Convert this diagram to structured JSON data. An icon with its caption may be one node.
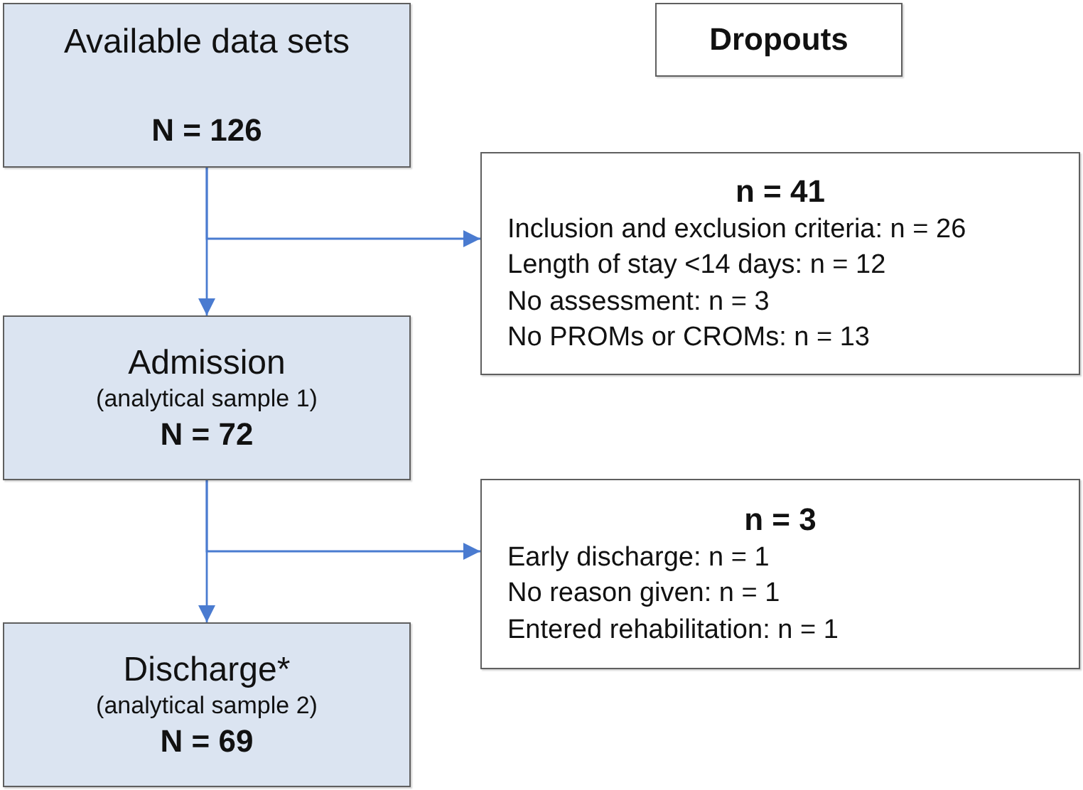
{
  "diagram": {
    "nodes": [
      {
        "text": [
          "Available data sets",
          "N = 126"
        ]
      },
      {
        "text": [
          "Dropouts"
        ]
      },
      {
        "text": [
          "n = 41",
          "Inclusion and exclusion criteria: n = 26",
          "Length of stay <14 days: n = 12",
          "No assessment: n = 3",
          "No PROMs or CROMs: n = 13"
        ]
      },
      {
        "text": [
          "Admission",
          "(analytical sample 1)",
          "N = 72"
        ]
      },
      {
        "text": [
          "n = 3",
          "Early discharge: n = 1",
          "No reason given: n = 1",
          "Entered rehabilitation: n = 1"
        ]
      },
      {
        "text": [
          "Discharge*",
          "(analytical sample 2)",
          "N = 69"
        ]
      }
    ],
    "edges": [
      {
        "from": 0,
        "to": 3,
        "arrow": "to"
      },
      {
        "from": 0,
        "to": 2,
        "arrow": "to"
      },
      {
        "from": 3,
        "to": 5,
        "arrow": "to"
      },
      {
        "from": 3,
        "to": 4,
        "arrow": "to"
      }
    ]
  }
}
